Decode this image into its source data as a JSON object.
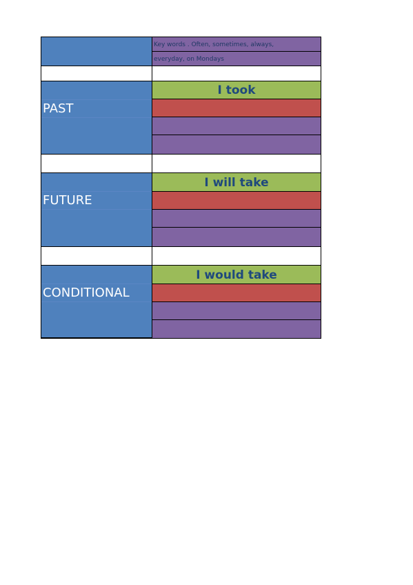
{
  "keywords": {
    "line1": "Key words . Often, sometimes, always,",
    "line2": "everyday, on Mondays"
  },
  "sections": [
    {
      "label": "PAST",
      "form": "I took"
    },
    {
      "label": "FUTURE",
      "form": "I will  take"
    },
    {
      "label": "CONDITIONAL",
      "form": "I would  take"
    }
  ],
  "colors": {
    "blue": "#4f81bd",
    "purple": "#8064a2",
    "green": "#9bbb59",
    "red": "#c0504d"
  }
}
